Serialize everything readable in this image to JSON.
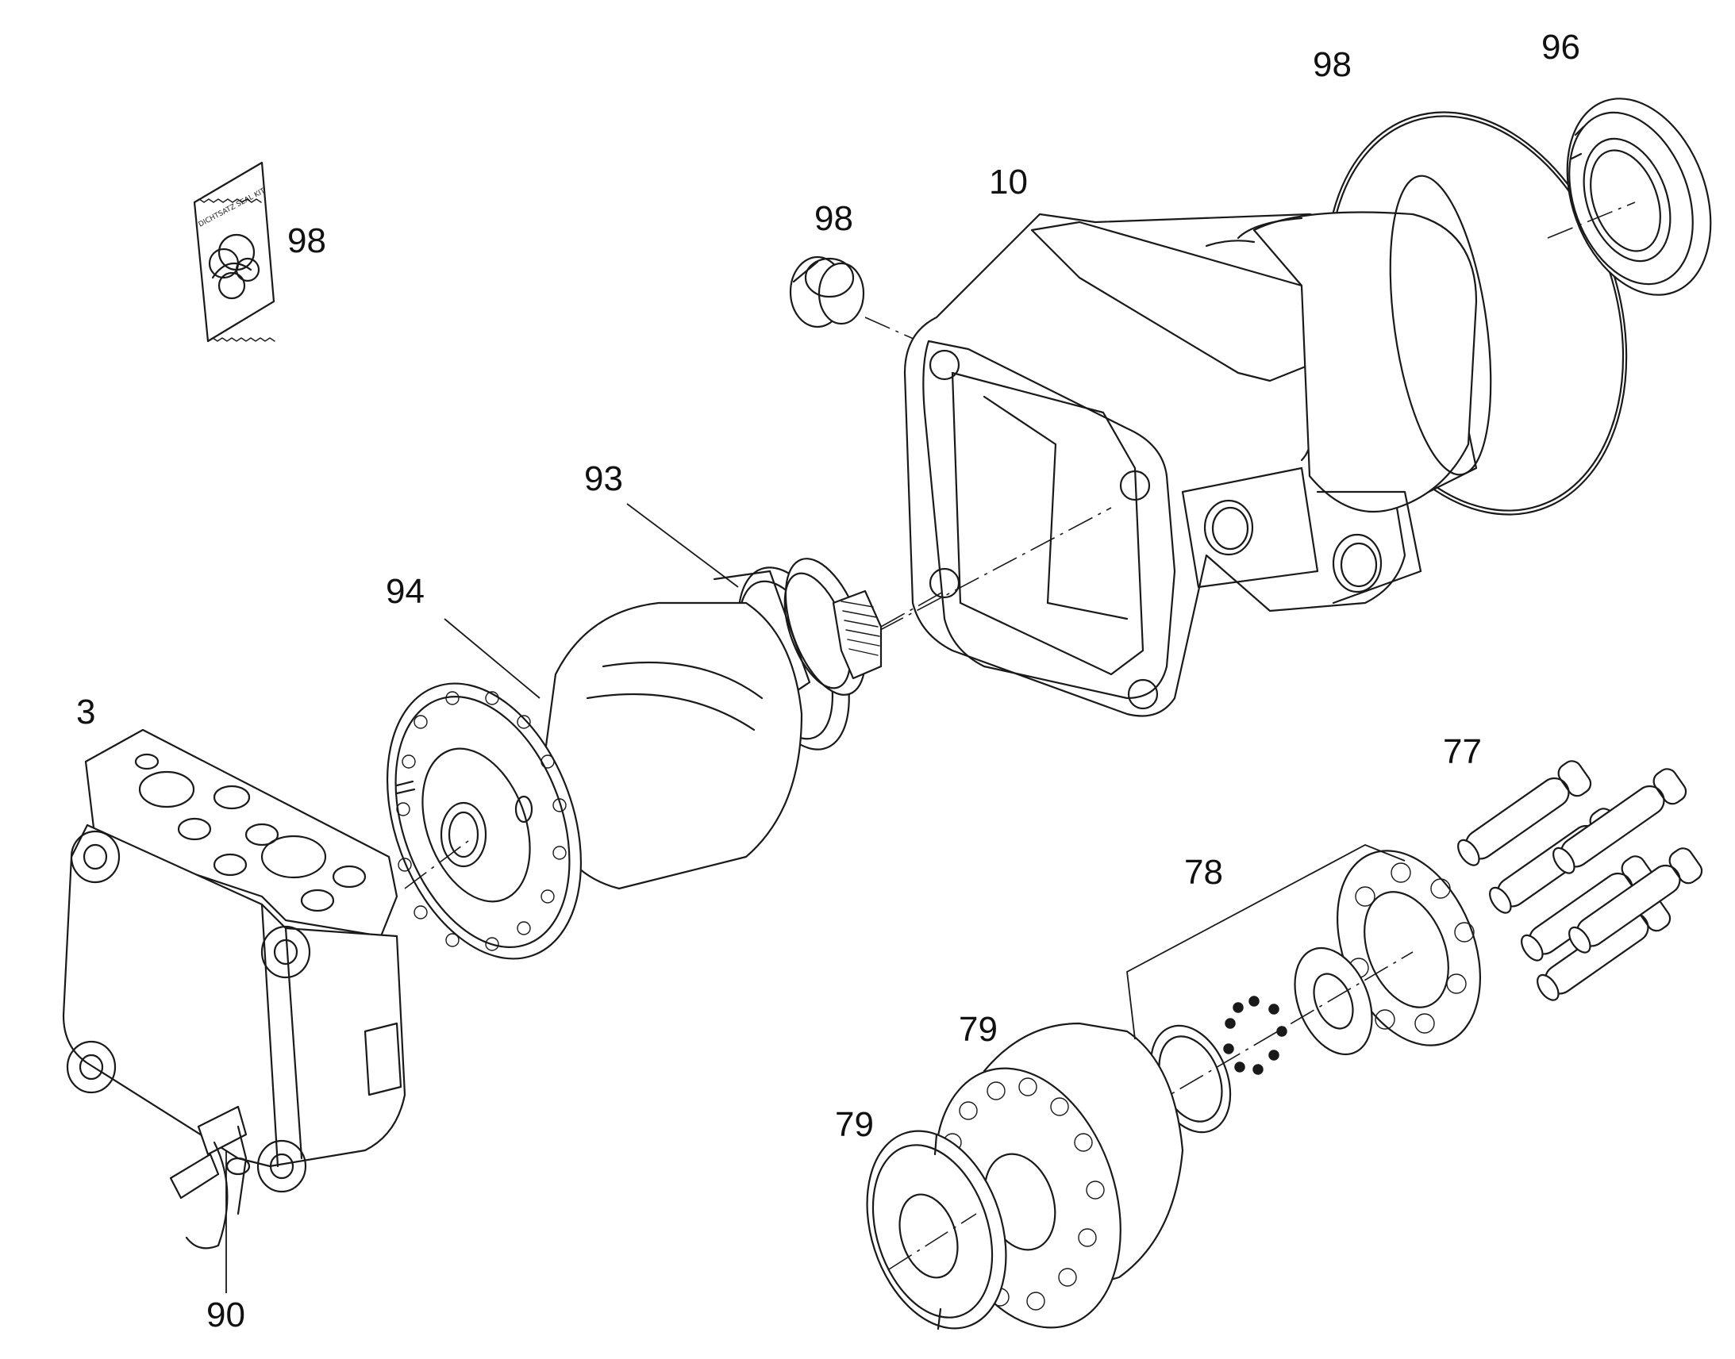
{
  "callouts": {
    "c98_bag": "98",
    "c98_plug": "98",
    "c98_oring": "98",
    "c96": "96",
    "c10": "10",
    "c93": "93",
    "c94": "94",
    "c3": "3",
    "c77": "77",
    "c78": "78",
    "c79_block": "79",
    "c79_plate": "79",
    "c90": "90"
  },
  "seal_kit_bag_text": "DICHTSATZ SEAL KIT",
  "colors": {
    "line": "#1a1a1a",
    "background": "#ffffff"
  }
}
